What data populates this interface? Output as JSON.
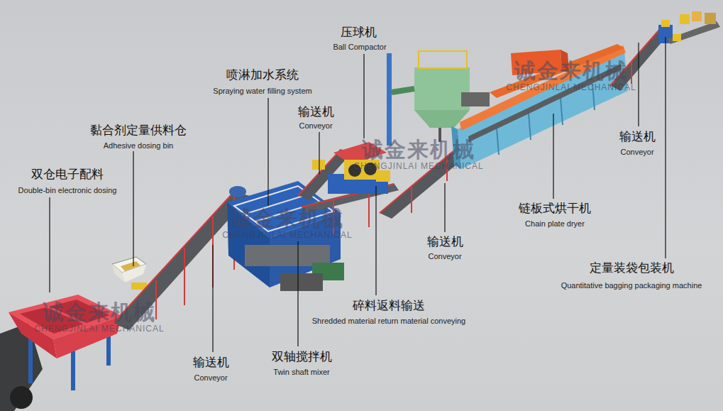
{
  "diagram": {
    "labels": [
      "压球机",
      "Ball Compactor",
      "喷淋加水系统",
      "Spraying water filling system",
      "输送机",
      "Conveyor",
      "黏合剂定量供料仓",
      "Adhesive dosing bin",
      "双仓电子配料",
      "Double-bin electronic dosing",
      "输送机",
      "Conveyor",
      "链板式烘干机",
      "Chain plate dryer",
      "输送机",
      "Conveyor",
      "定量装袋包装机",
      "Quantitative bagging packaging machine",
      "碎料返料输送",
      "Shredded material return material conveying",
      "输送机",
      "Conveyor",
      "双轴搅拌机",
      "Twin shaft mixer",
      "诚金来机械",
      "CHENGJINLAI MECHANICAL",
      "诚金来机械",
      "CHENGJINLAI MECHANICAL",
      "诚金来机械",
      "CHENGJINLAI MECHANICAL",
      "诚金来机械",
      "CHENGJINLAI MECHANICAL"
    ]
  }
}
